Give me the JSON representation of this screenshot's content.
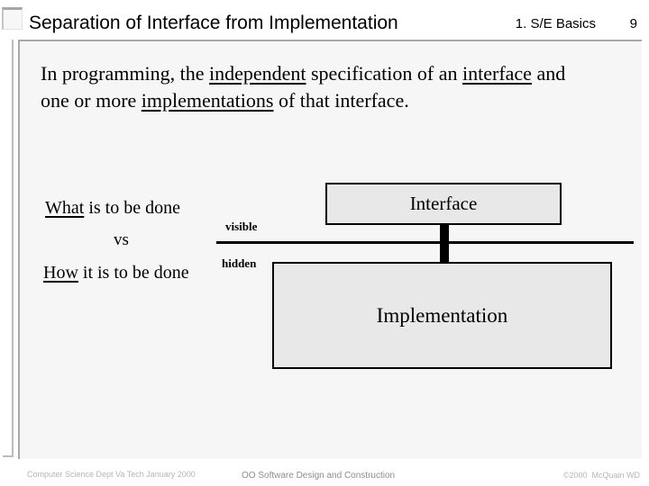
{
  "header": {
    "title": "Separation of Interface from Implementation",
    "section": "1. S/E Basics",
    "page_number": "9"
  },
  "definition": {
    "seg1": "In programming, the ",
    "u1": "independent",
    "seg2": " specification of an ",
    "u2": "interface",
    "seg3": " and",
    "seg4": "one or more ",
    "u3": "implementations",
    "seg5": " of that interface."
  },
  "left_column": {
    "what_underlined": "What",
    "what_rest": " is to be done",
    "vs": "vs",
    "how_underlined": "How",
    "how_rest": " it is to be done"
  },
  "diagram": {
    "visible_label": "visible",
    "hidden_label": "hidden",
    "interface_label": "Interface",
    "implementation_label": "Implementation",
    "box_fill": "#e8e8e8",
    "line_color": "#000000",
    "frame_border_color": "#a9a9a9"
  },
  "footer": {
    "left": "Computer Science Dept Va Tech January 2000",
    "center": "OO Software Design and Construction",
    "right": "©2000  McQuain WD"
  }
}
